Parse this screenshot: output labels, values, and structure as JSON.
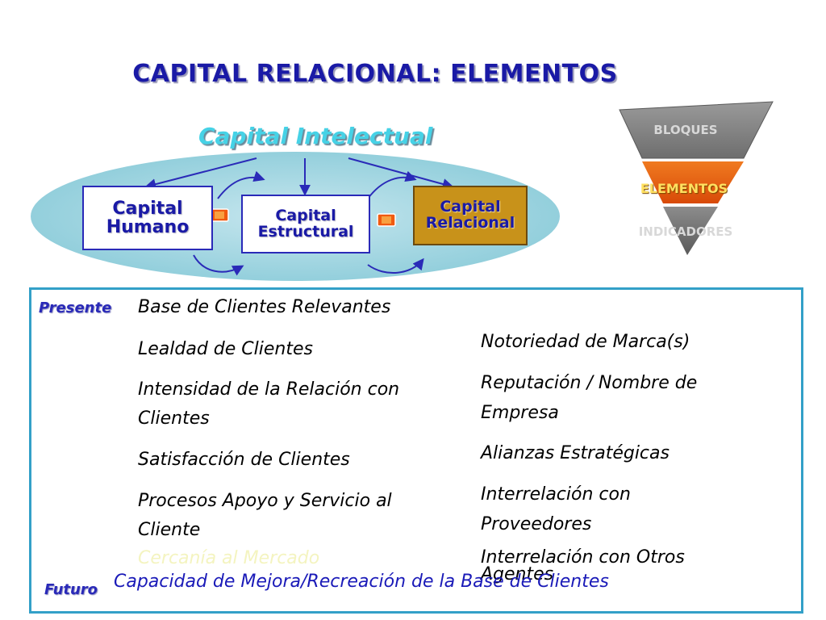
{
  "title": "CAPITAL RELACIONAL: ELEMENTOS",
  "capital_intelectual": "Capital Intelectual",
  "boxes": {
    "humano": "Capital\nHumano",
    "estructural": "Capital\nEstructural",
    "relacional": "Capital\nRelacional"
  },
  "pyramid": {
    "bloques": "BLOQUES",
    "elementos": "ELEMENTOS",
    "indicadores": "INDICADORES"
  },
  "labels": {
    "presente": "Presente",
    "futuro": "Futuro"
  },
  "left_items": [
    "Base de Clientes Relevantes",
    "Lealdad de Clientes",
    "Intensidad de la Relación con",
    "Clientes",
    "Satisfacción de Clientes",
    "Procesos Apoyo y Servicio al",
    "Cliente"
  ],
  "right_items": [
    "Notoriedad de Marca(s)",
    "Reputación / Nombre de",
    "Empresa",
    "Alianzas Estratégicas",
    "Interrelación con",
    "Proveedores",
    "Interrelación con Otros",
    "Agentes"
  ],
  "faded_item": "Cercanía al Mercado",
  "footer_item": "Capacidad de Mejora/Recreación de la Base de Clientes",
  "colors": {
    "title": "#1a1aa6",
    "capital_intelectual": "#46d2e6",
    "relacional_fill": "#c8921a",
    "frame_border": "#33a0c8",
    "pyramid_elementos": "#e85a10"
  }
}
